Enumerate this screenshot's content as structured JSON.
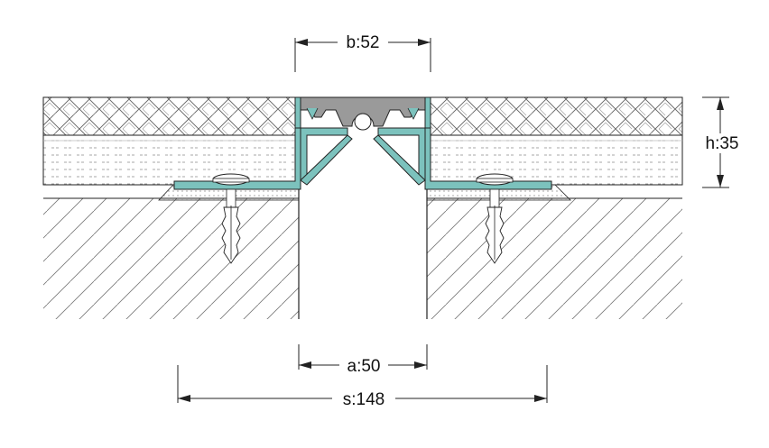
{
  "dimensions": {
    "b": "b:52",
    "h": "h:35",
    "a": "a:50",
    "s": "s:148"
  },
  "colors": {
    "profile": "#7cc2bd",
    "profile_stroke": "#222222",
    "insert": "#9a9a9a",
    "line": "#222222",
    "hatch": "#555555",
    "background": "#ffffff"
  }
}
